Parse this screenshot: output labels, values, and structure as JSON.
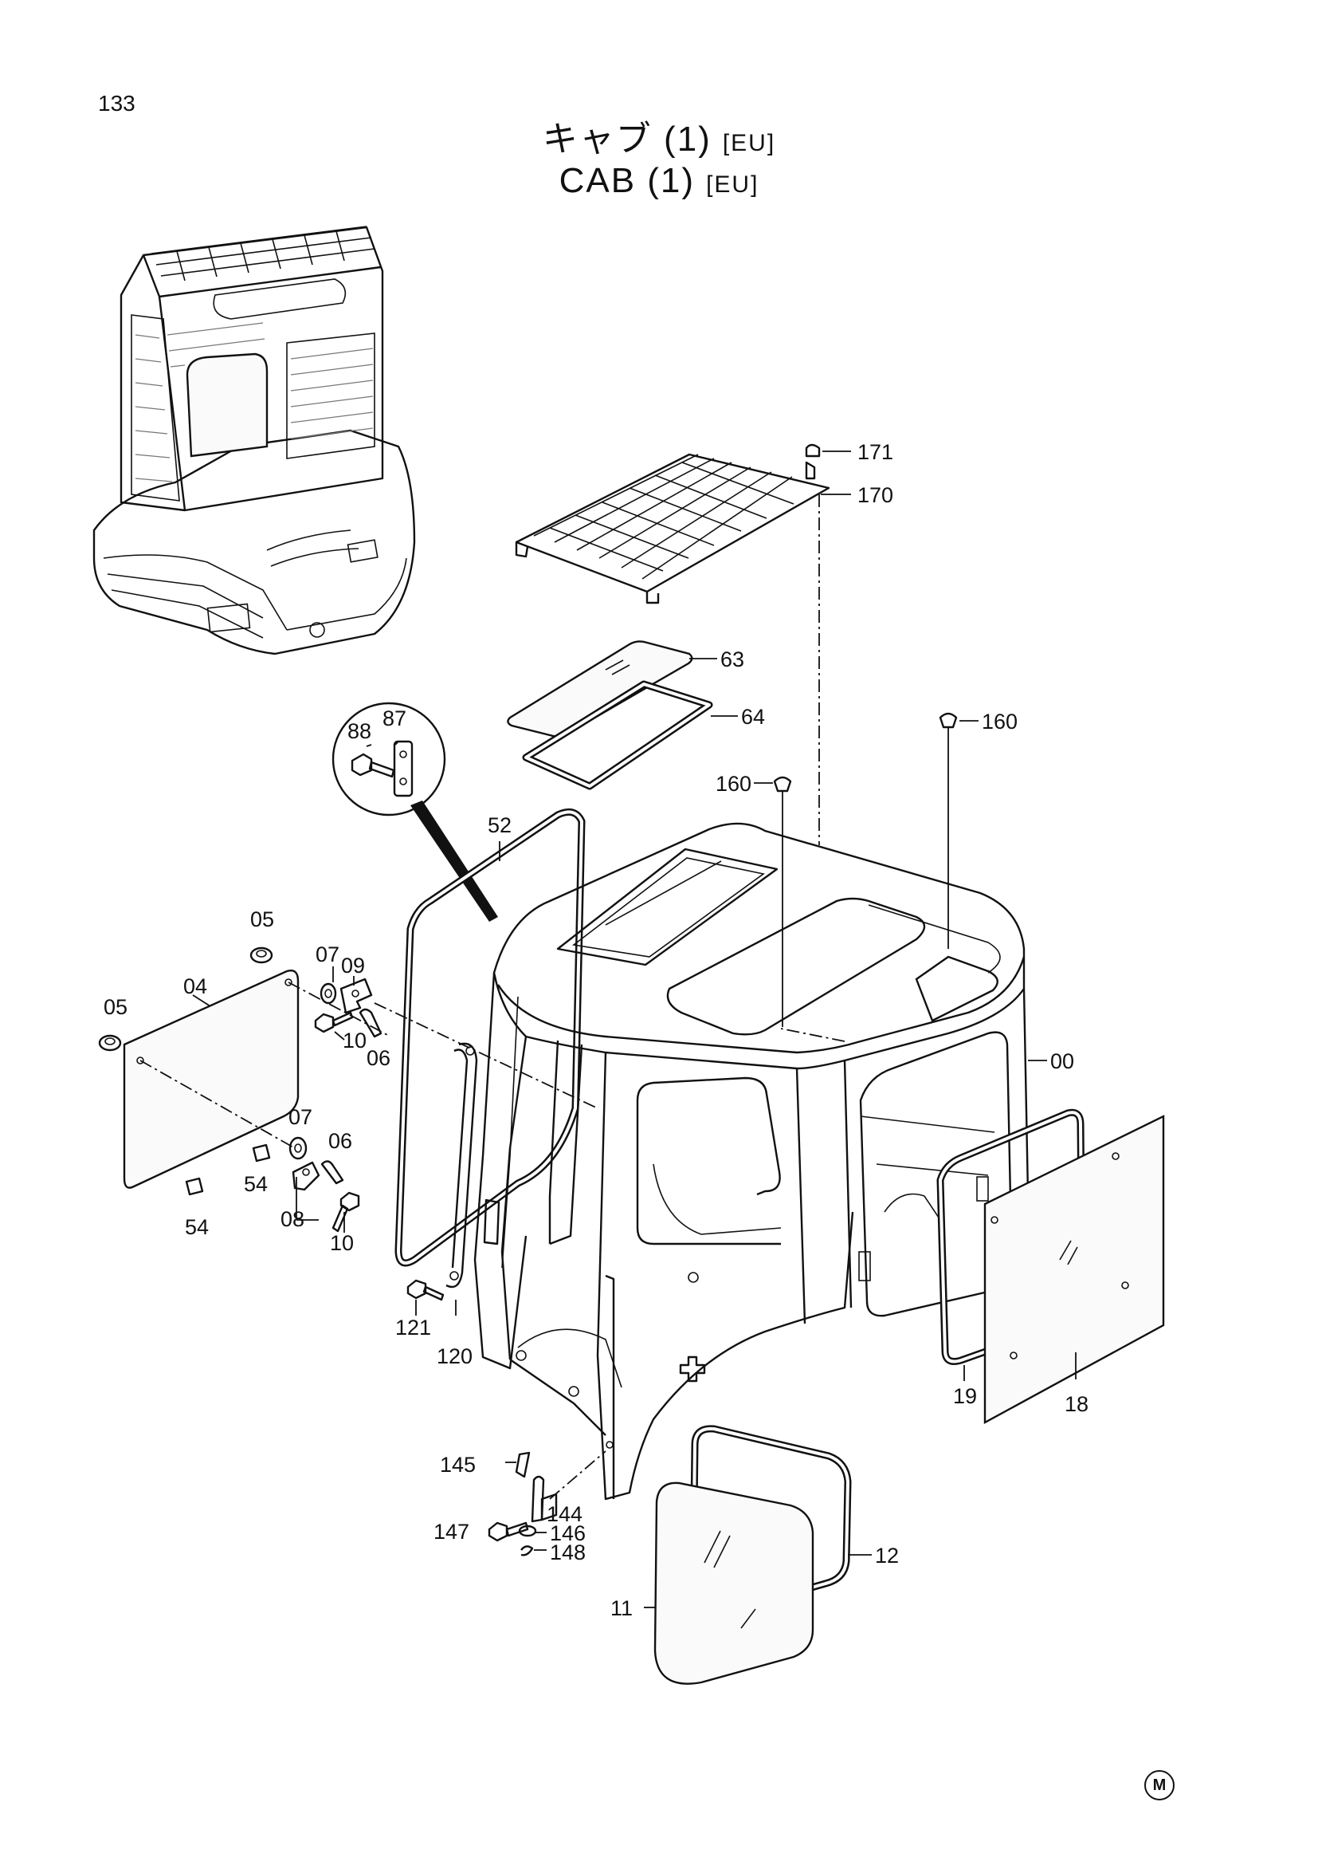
{
  "page": {
    "number": "133"
  },
  "title": {
    "japanese": "キャブ (1)",
    "english": "CAB (1)",
    "region": "[EU]"
  },
  "labels": {
    "l171": "171",
    "l170": "170",
    "l63": "63",
    "l64": "64",
    "l160a": "160",
    "l160b": "160",
    "l88": "88",
    "l87": "87",
    "l52": "52",
    "l05a": "05",
    "l05b": "05",
    "l04": "04",
    "l07a": "07",
    "l09": "09",
    "l10a": "10",
    "l06a": "06",
    "l07b": "07",
    "l06b": "06",
    "l54a": "54",
    "l54b": "54",
    "l08": "08",
    "l10b": "10",
    "l00": "00",
    "l121": "121",
    "l120": "120",
    "l19": "19",
    "l18": "18",
    "l145": "145",
    "l144": "144",
    "l147": "147",
    "l146": "146",
    "l148": "148",
    "l12": "12",
    "l11": "11"
  },
  "footer": {
    "mark": "M"
  }
}
